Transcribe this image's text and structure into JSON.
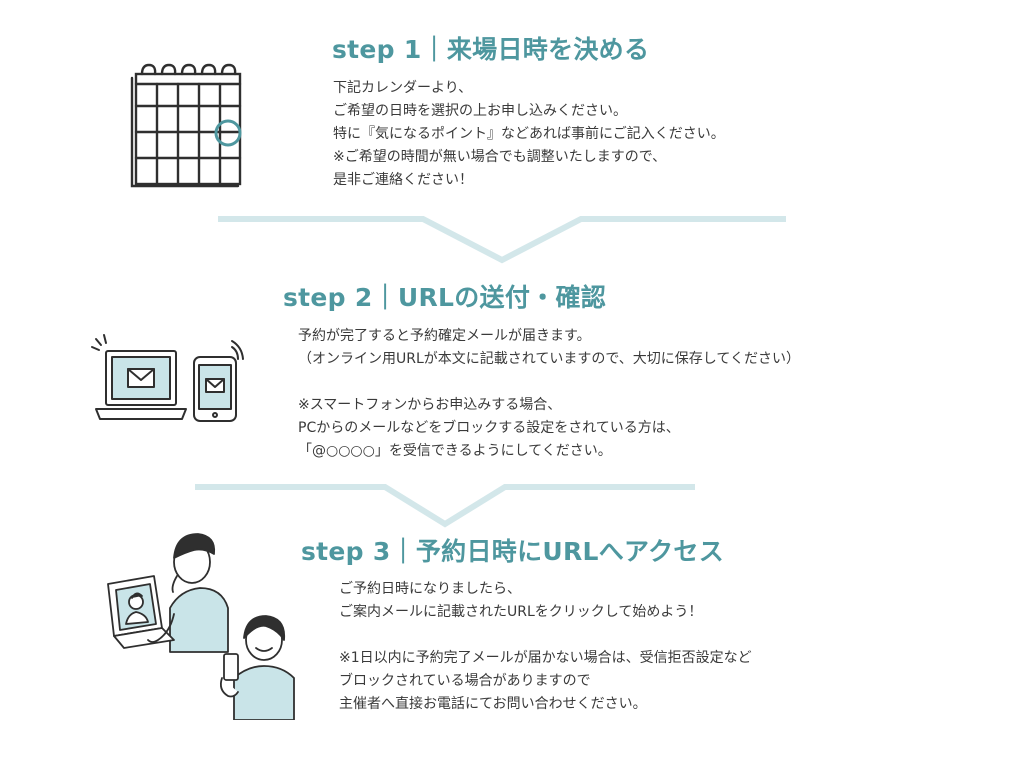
{
  "steps": [
    {
      "title": "step 1｜来場日時を決める",
      "lines": [
        "下記カレンダーより、",
        "ご希望の日時を選択の上お申し込みください。",
        "特に『気になるポイント』などあれば事前にご記入ください。",
        "※ご希望の時間が無い場合でも調整いたしますので、",
        "是非ご連絡ください！"
      ],
      "icon": "calendar-icon"
    },
    {
      "title": "step 2｜URLの送付・確認",
      "lines": [
        "予約が完了すると予約確定メールが届きます。",
        "（オンライン用URLが本文に記載されていますので、大切に保存してください）",
        "",
        "※スマートフォンからお申込みする場合、",
        "PCからのメールなどをブロックする設定をされている方は、",
        "「@○○○○」を受信できるようにしてください。"
      ],
      "icon": "laptop-and-phone-mail-icon"
    },
    {
      "title": "step 3｜予約日時にURLへアクセス",
      "lines": [
        "ご予約日時になりましたら、",
        "ご案内メールに記載されたURLをクリックして始めよう！",
        "",
        "※1日以内に予約完了メールが届かない場合は、受信拒否設定など",
        "ブロックされている場合がありますので",
        "主催者へ直接お電話にてお問い合わせください。"
      ],
      "icon": "video-call-people-icon"
    }
  ],
  "colors": {
    "accent": "#4e979f",
    "divider": "#d3e7ea",
    "illustration_fill": "#c9e4e8",
    "ink": "#2f2f2f"
  }
}
